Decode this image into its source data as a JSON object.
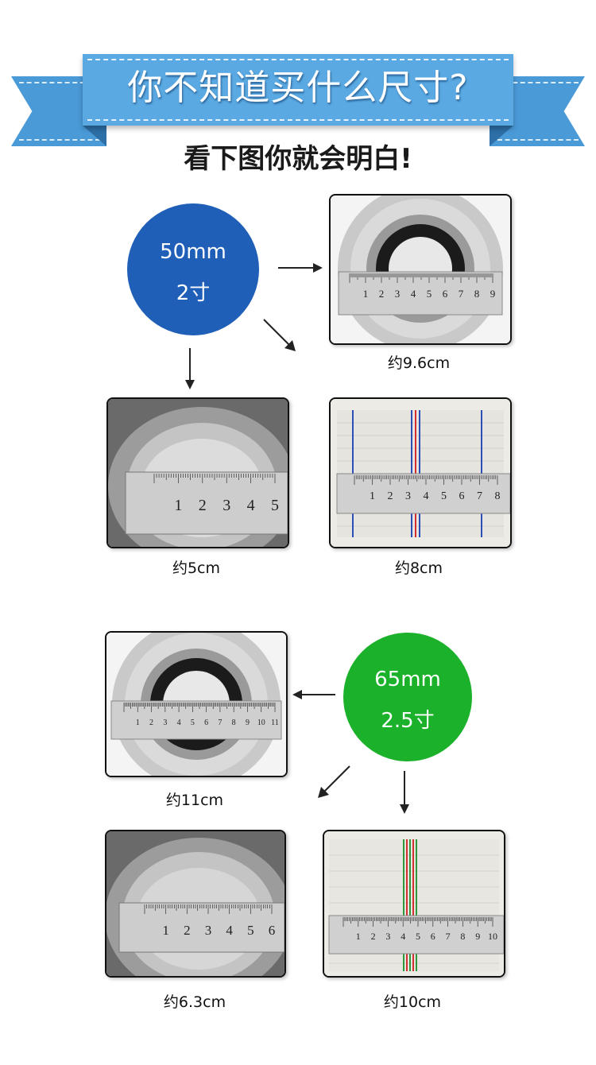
{
  "banner": {
    "title": "你不知道买什么尺寸?"
  },
  "subtitle": "看下图你就会明白!",
  "colors": {
    "ribbon": "#5aa9e2",
    "circle_blue": "#1f5fb8",
    "circle_green": "#1bb12a"
  },
  "section_50": {
    "circle": {
      "line1": "50mm",
      "line2": "2寸"
    },
    "photos": [
      {
        "icon": "coupling-ruler-photo",
        "caption": "约9.6cm"
      },
      {
        "icon": "pipe-end-ruler-photo",
        "caption": "约5cm"
      },
      {
        "icon": "flat-hose-ruler-photo",
        "caption": "约8cm"
      }
    ]
  },
  "section_65": {
    "circle": {
      "line1": "65mm",
      "line2": "2.5寸"
    },
    "photos": [
      {
        "icon": "coupling-ruler-photo",
        "caption": "约11cm"
      },
      {
        "icon": "pipe-end-ruler-photo",
        "caption": "约6.3cm"
      },
      {
        "icon": "flat-hose-ruler-photo",
        "caption": "约10cm"
      }
    ]
  },
  "rulers": {
    "r1": [
      "1",
      "2",
      "3",
      "4",
      "5",
      "6",
      "7",
      "8",
      "9"
    ],
    "r2": [
      "1",
      "2",
      "3",
      "4",
      "5"
    ],
    "r3": [
      "1",
      "2",
      "3",
      "4",
      "5",
      "6",
      "7",
      "8"
    ],
    "r4": [
      "1",
      "2",
      "3",
      "4",
      "5",
      "6",
      "7",
      "8",
      "9",
      "10",
      "11"
    ],
    "r5": [
      "1",
      "2",
      "3",
      "4",
      "5",
      "6"
    ],
    "r6": [
      "1",
      "2",
      "3",
      "4",
      "5",
      "6",
      "7",
      "8",
      "9",
      "10"
    ]
  }
}
